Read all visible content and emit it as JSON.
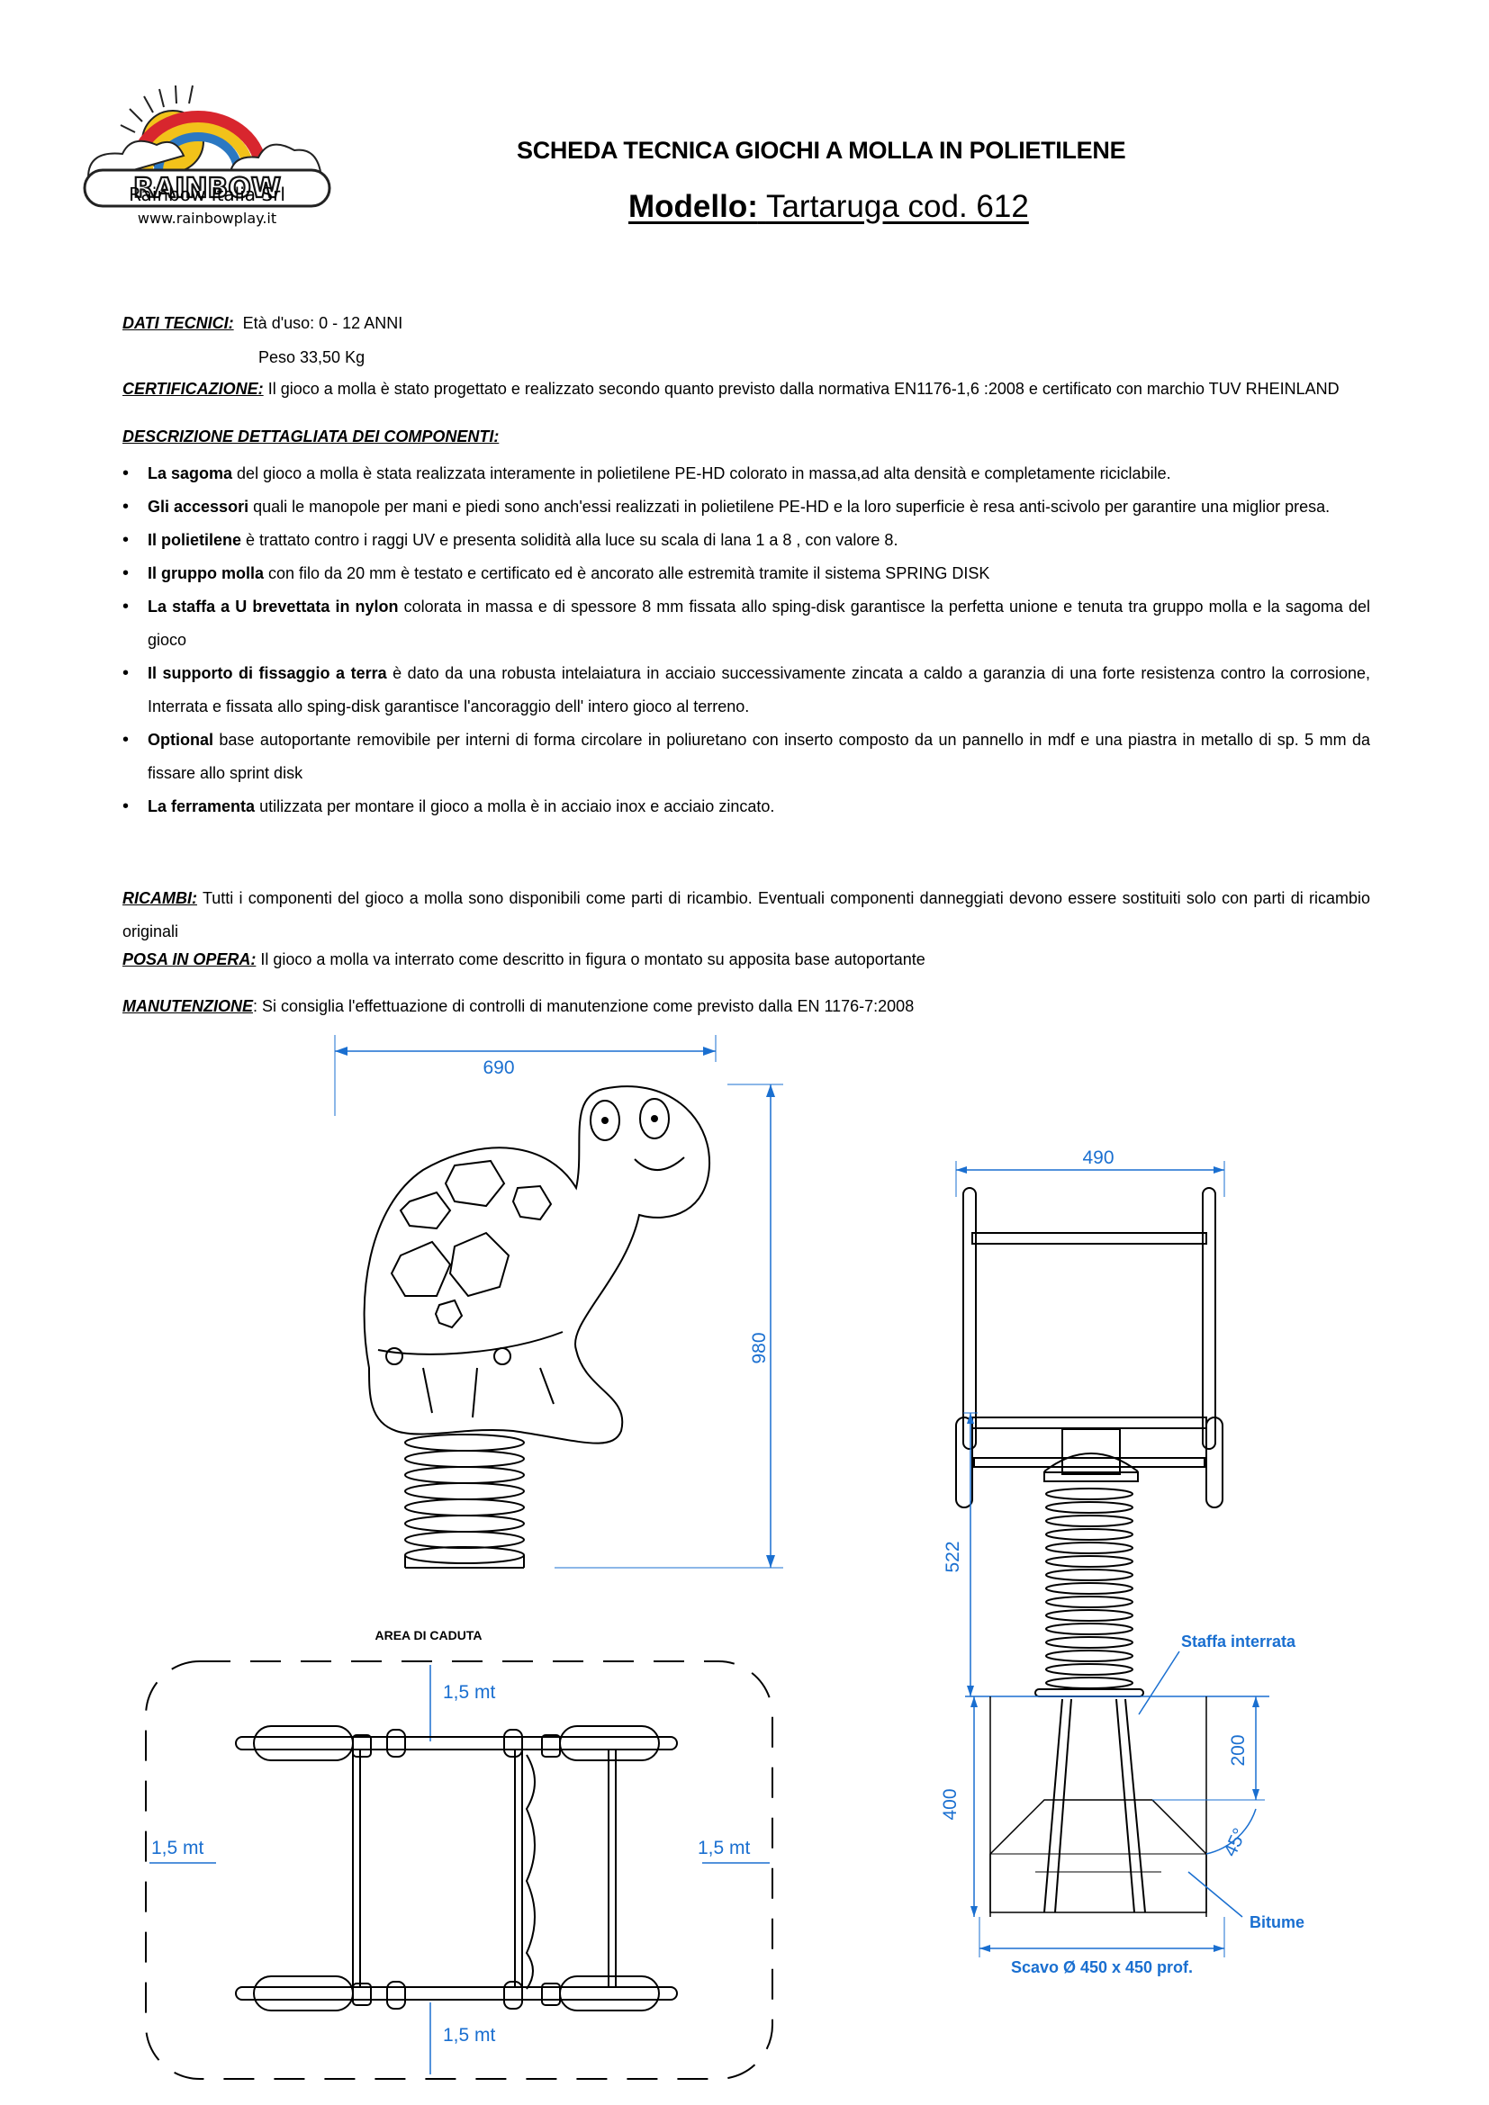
{
  "header": {
    "logo_word": "RAINBOW",
    "company": "Rainbow Italia Srl",
    "website": "www.rainbowplay.it",
    "title": "SCHEDA TECNICA GIOCHI A MOLLA IN POLIETILENE",
    "model_label": "Modello:",
    "model_value": "Tartaruga cod. 612"
  },
  "tech": {
    "label": "DATI TECNICI:",
    "age": "Età d'uso: 0 - 12 ANNI",
    "weight": "Peso 33,50 Kg"
  },
  "cert": {
    "label": "CERTIFICAZIONE:",
    "text": "Il gioco a molla è stato progettato e realizzato secondo quanto previsto dalla normativa EN1176-1,6 :2008 e certificato con marchio TUV RHEINLAND"
  },
  "desc": {
    "label": "DESCRIZIONE DETTAGLIATA DEI COMPONENTI:",
    "items": [
      {
        "bold": "La sagoma",
        "text": " del gioco a molla è stata realizzata interamente in polietilene PE-HD colorato in massa,ad alta densità e completamente riciclabile."
      },
      {
        "bold": "Gli accessori",
        "text": " quali le manopole  per mani e piedi sono anch'essi realizzati in polietilene PE-HD e la loro superficie è resa anti-scivolo per garantire una miglior presa."
      },
      {
        "bold": "Il polietilene",
        "text": " è trattato contro i raggi UV e presenta solidità alla luce su scala di lana 1 a 8 , con valore 8."
      },
      {
        "bold": "Il gruppo molla",
        "text": " con filo da 20 mm è testato e certificato ed è ancorato alle estremità tramite il sistema SPRING DISK"
      },
      {
        "bold": "La staffa a U brevettata in nylon",
        "text": " colorata in massa e di spessore 8 mm fissata allo sping-disk garantisce la perfetta unione e tenuta tra gruppo molla e la sagoma del gioco"
      },
      {
        "bold": "Il supporto di fissaggio a terra",
        "text": " è dato da una robusta intelaiatura in acciaio successivamente zincata a caldo a garanzia di una forte resistenza contro la corrosione, Interrata e fissata allo sping-disk garantisce l'ancoraggio dell' intero gioco al terreno."
      },
      {
        "bold": "Optional",
        "text": " base autoportante removibile per interni di forma circolare in poliuretano con inserto composto da un pannello in mdf e una piastra in metallo di sp. 5 mm da fissare allo sprint disk"
      },
      {
        "bold": "La ferramenta",
        "text": " utilizzata per montare il gioco a molla è in acciaio inox e acciaio zincato."
      }
    ]
  },
  "spare": {
    "label": "RICAMBI:",
    "text": " Tutti i componenti del gioco a molla sono disponibili come parti di ricambio. Eventuali componenti danneggiati devono essere sostituiti solo con parti di ricambio originali"
  },
  "install": {
    "label": "POSA IN OPERA:",
    "text": " Il gioco a molla va interrato come descritto in figura o montato su apposita base autoportante"
  },
  "maint": {
    "label": "MANUTENZIONE",
    "text": ": Si consiglia l'effettuazione di controlli di manutenzione come previsto dalla EN 1176-7:2008"
  },
  "drawings": {
    "width_dim": "690",
    "height_dim": "980",
    "side_width_dim": "490",
    "spring_dim": "522",
    "depth_dim": "400",
    "half_depth_dim": "200",
    "angle": "45°",
    "bracket_note": "Staffa interrata",
    "bitumen_note": "Bitume",
    "dig_note": "Scavo Ø 450 x 450 prof.",
    "fall_area_title": "AREA DI CADUTA",
    "fall_top": "1,5 mt",
    "fall_left": "1,5 mt",
    "fall_right": "1,5 mt",
    "fall_bottom": "1,5 mt"
  },
  "colors": {
    "dimension_blue": "#1a6fd0",
    "logo_red": "#d8262e",
    "logo_yellow": "#f2c21a",
    "logo_blue": "#2b78c2"
  }
}
